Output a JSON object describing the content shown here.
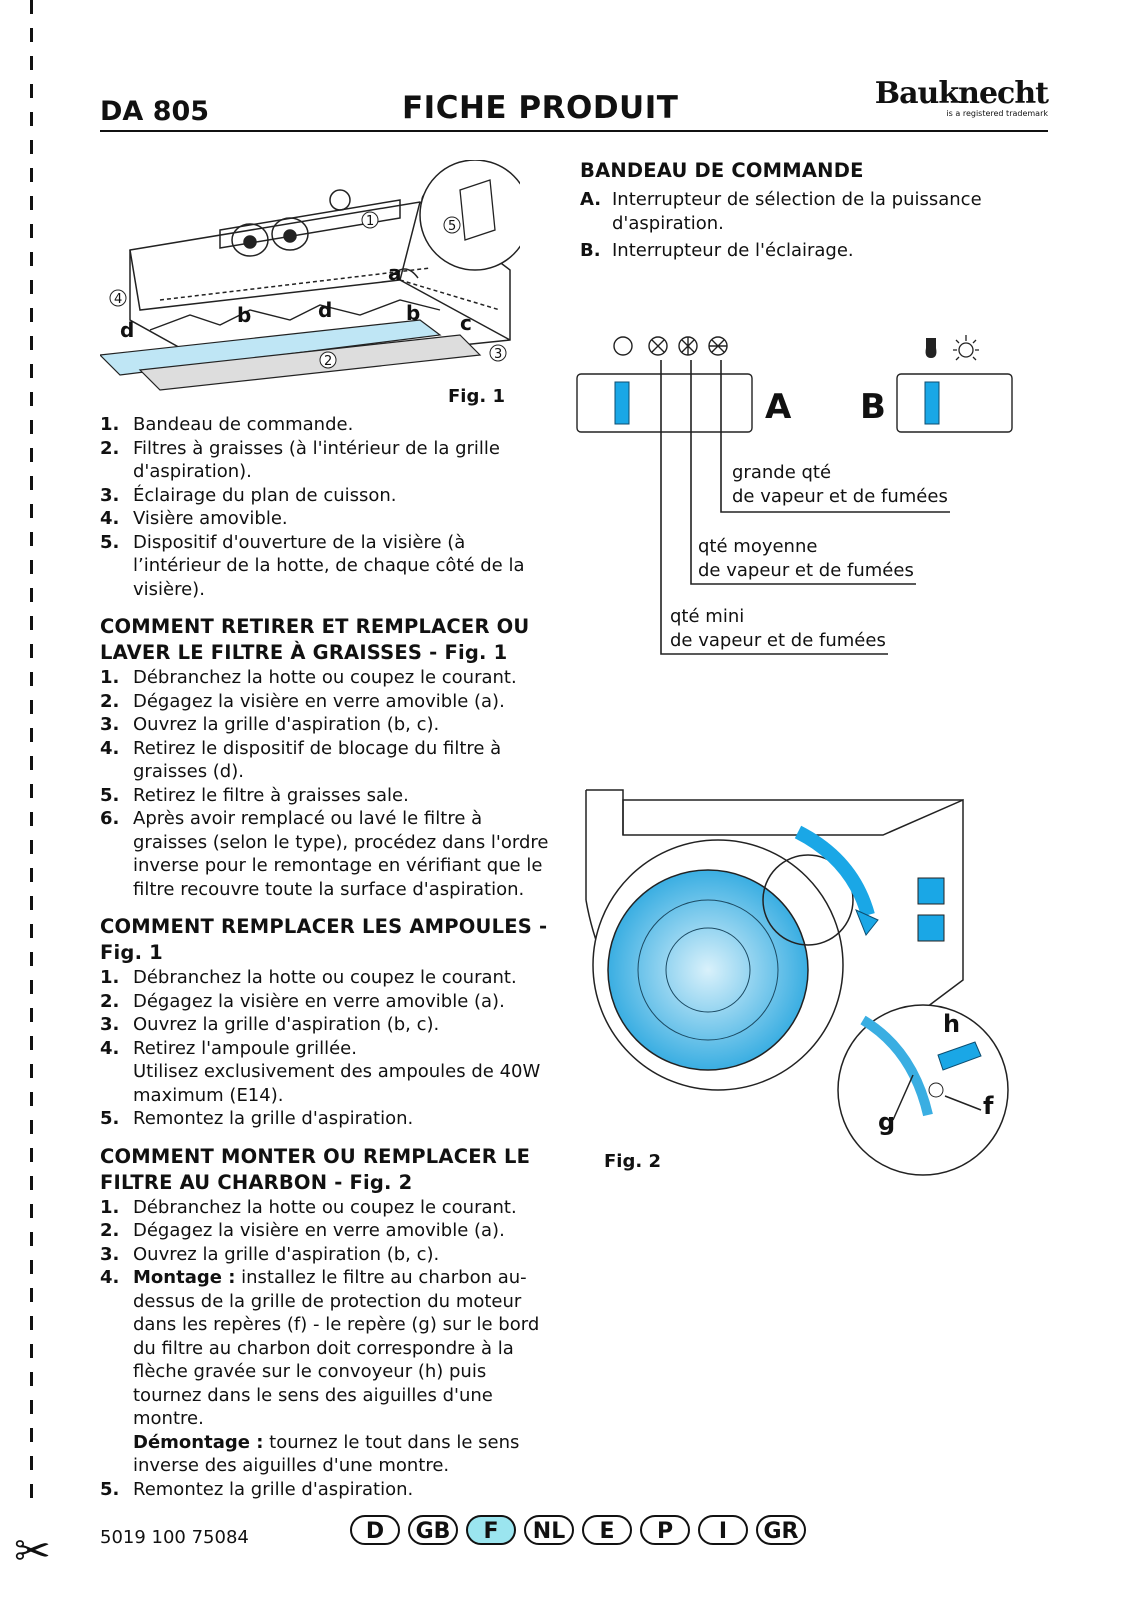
{
  "header": {
    "model": "DA 805",
    "title": "FICHE PRODUIT",
    "brand": "Bauknecht",
    "brand_tagline": "is a registered trademark"
  },
  "fig1": {
    "label": "Fig. 1",
    "callouts": [
      "1",
      "2",
      "3",
      "4",
      "5",
      "a",
      "b",
      "b",
      "c",
      "d",
      "d"
    ]
  },
  "parts": {
    "items": [
      {
        "n": "1.",
        "text": "Bandeau de commande."
      },
      {
        "n": "2.",
        "text": "Filtres à graisses (à l'intérieur de la grille d'aspiration)."
      },
      {
        "n": "3.",
        "text": "Éclairage du plan de cuisson."
      },
      {
        "n": "4.",
        "text": "Visière amovible."
      },
      {
        "n": "5.",
        "text": "Dispositif d'ouverture de la visière (à l’intérieur de la hotte, de chaque côté de la visière)."
      }
    ]
  },
  "section_filter": {
    "heading": "COMMENT RETIRER ET REMPLACER OU LAVER LE FILTRE À GRAISSES - Fig. 1",
    "steps": [
      {
        "n": "1.",
        "text": "Débranchez la hotte ou coupez le courant."
      },
      {
        "n": "2.",
        "text": "Dégagez la visière en verre amovible (a)."
      },
      {
        "n": "3.",
        "text": "Ouvrez la grille d'aspiration (b, c)."
      },
      {
        "n": "4.",
        "text": "Retirez le dispositif de blocage du filtre à graisses (d)."
      },
      {
        "n": "5.",
        "text": "Retirez le filtre à graisses sale."
      },
      {
        "n": "6.",
        "text": "Après avoir remplacé ou lavé le filtre à graisses (selon le type), procédez dans l'ordre inverse pour le remontage en vérifiant que le filtre recouvre toute la surface d'aspiration."
      }
    ]
  },
  "section_bulbs": {
    "heading": "COMMENT REMPLACER LES AMPOULES - Fig. 1",
    "steps": [
      {
        "n": "1.",
        "text": "Débranchez la hotte ou coupez le courant."
      },
      {
        "n": "2.",
        "text": "Dégagez la visière en verre amovible (a)."
      },
      {
        "n": "3.",
        "text": "Ouvrez la grille d'aspiration (b, c)."
      },
      {
        "n": "4.",
        "text": "Retirez l'ampoule grillée.",
        "note": "Utilisez exclusivement des ampoules de 40W maximum (E14)."
      },
      {
        "n": "5.",
        "text": "Remontez la grille d'aspiration."
      }
    ]
  },
  "section_charcoal": {
    "heading": "COMMENT MONTER OU REMPLACER LE FILTRE AU CHARBON - Fig. 2",
    "steps": [
      {
        "n": "1.",
        "text": "Débranchez la hotte ou coupez le courant."
      },
      {
        "n": "2.",
        "text": "Dégagez la visière en verre amovible (a)."
      },
      {
        "n": "3.",
        "text": "Ouvrez la grille d'aspiration (b, c)."
      },
      {
        "n": "4.",
        "bold": "Montage :",
        "text": "installez le filtre au charbon au-dessus de la grille de protection du moteur dans les repères (f) - le repère (g) sur le bord du filtre au charbon doit correspondre à la flèche gravée sur le convoyeur (h) puis tournez dans le sens des aiguilles d'une montre.",
        "bold2": "Démontage :",
        "text2": "tournez le tout dans le sens inverse des aiguilles d'une montre."
      },
      {
        "n": "5.",
        "text": "Remontez la grille d'aspiration."
      }
    ]
  },
  "control_panel": {
    "heading": "BANDEAU DE COMMANDE",
    "items": [
      {
        "n": "A.",
        "text": "Interrupteur de sélection de la puissance d'aspiration."
      },
      {
        "n": "B.",
        "text": "Interrupteur de l'éclairage."
      }
    ],
    "switch_a": "A",
    "switch_b": "B",
    "levels": [
      {
        "line1": "grande qté",
        "line2": "de vapeur et de fumées"
      },
      {
        "line1": "qté moyenne",
        "line2": "de vapeur et de fumées"
      },
      {
        "line1": "qté mini",
        "line2": "de vapeur et de fumées"
      }
    ]
  },
  "fig2": {
    "label": "Fig. 2",
    "callouts": [
      "h",
      "f",
      "g"
    ]
  },
  "footer": {
    "part_number": "5019 100 75084",
    "languages": [
      "D",
      "GB",
      "F",
      "NL",
      "E",
      "P",
      "I",
      "GR"
    ],
    "active_language": "F"
  },
  "colors": {
    "accent_blue": "#1aa7e6",
    "light_blue": "#bfe6f5",
    "active_lang": "#9be5ef"
  }
}
